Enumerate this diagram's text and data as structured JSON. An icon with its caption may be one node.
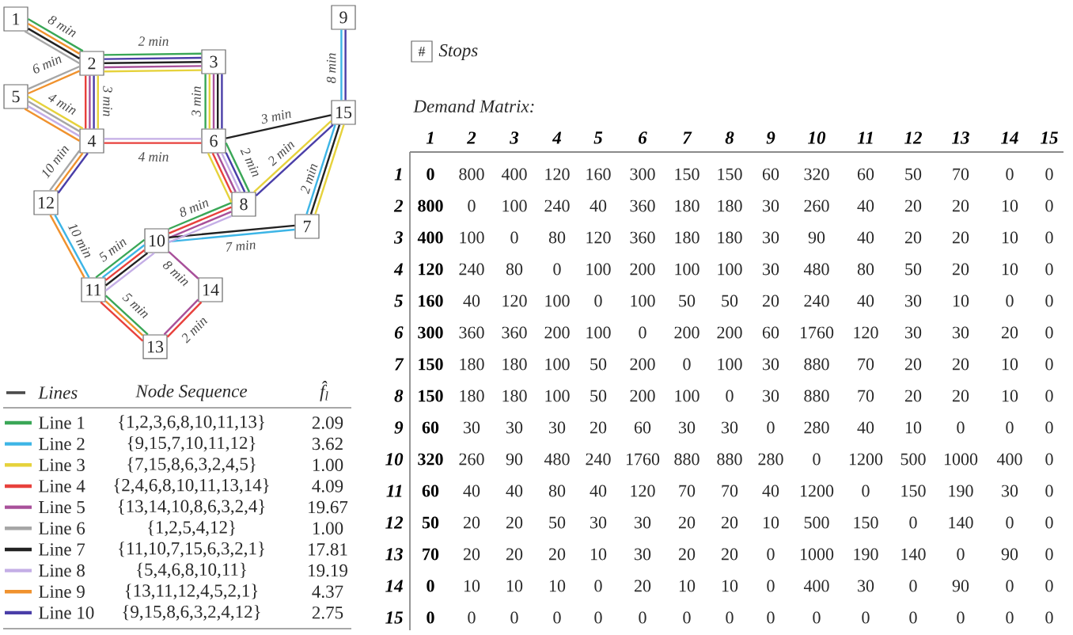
{
  "diagram": {
    "nodes": [
      {
        "text": [
          "1"
        ]
      },
      {
        "text": [
          "2"
        ]
      },
      {
        "text": [
          "3"
        ]
      },
      {
        "text": [
          "4"
        ]
      },
      {
        "text": [
          "5"
        ]
      },
      {
        "text": [
          "6"
        ]
      },
      {
        "text": [
          "7"
        ]
      },
      {
        "text": [
          "8"
        ]
      },
      {
        "text": [
          "9"
        ]
      },
      {
        "text": [
          "10"
        ]
      },
      {
        "text": [
          "11"
        ]
      },
      {
        "text": [
          "12"
        ]
      },
      {
        "text": [
          "13"
        ]
      },
      {
        "text": [
          "14"
        ]
      },
      {
        "text": [
          "15"
        ]
      },
      {
        "text": [
          "#"
        ],
        "beside": [
          "Stops"
        ]
      }
    ],
    "edges": [
      {
        "from": 0,
        "to": 1,
        "arrow": "none",
        "label": "8 min",
        "color": "#3aa757"
      },
      {
        "from": 1,
        "to": 2,
        "arrow": "none",
        "label": "2 min",
        "color": "#3aa757"
      },
      {
        "from": 2,
        "to": 5,
        "arrow": "none",
        "label": "3 min",
        "color": "#3aa757"
      },
      {
        "from": 5,
        "to": 7,
        "arrow": "none",
        "label": "2 min",
        "color": "#3aa757"
      },
      {
        "from": 7,
        "to": 9,
        "arrow": "none",
        "label": "8 min",
        "color": "#3aa757"
      },
      {
        "from": 9,
        "to": 10,
        "arrow": "none",
        "label": "5 min",
        "color": "#3aa757"
      },
      {
        "from": 10,
        "to": 12,
        "arrow": "none",
        "label": "5 min",
        "color": "#3aa757"
      },
      {
        "from": 8,
        "to": 14,
        "arrow": "none",
        "label": "8 min",
        "color": "#3db5e6"
      },
      {
        "from": 14,
        "to": 6,
        "arrow": "none",
        "label": "2 min",
        "color": "#3db5e6"
      },
      {
        "from": 6,
        "to": 9,
        "arrow": "none",
        "label": "7 min",
        "color": "#3db5e6"
      },
      {
        "from": 9,
        "to": 10,
        "arrow": "none",
        "color": "#3db5e6"
      },
      {
        "from": 10,
        "to": 11,
        "arrow": "none",
        "label": "10 min",
        "color": "#3db5e6"
      },
      {
        "from": 6,
        "to": 14,
        "arrow": "none",
        "color": "#e6d23c"
      },
      {
        "from": 14,
        "to": 7,
        "arrow": "none",
        "label": "2 min",
        "color": "#e6d23c"
      },
      {
        "from": 7,
        "to": 5,
        "arrow": "none",
        "color": "#e6d23c"
      },
      {
        "from": 5,
        "to": 2,
        "arrow": "none",
        "color": "#e6d23c"
      },
      {
        "from": 2,
        "to": 1,
        "arrow": "none",
        "color": "#e6d23c"
      },
      {
        "from": 1,
        "to": 3,
        "arrow": "none",
        "label": "3 min",
        "color": "#e6d23c"
      },
      {
        "from": 3,
        "to": 4,
        "arrow": "none",
        "label": "4 min",
        "color": "#e6d23c"
      },
      {
        "from": 1,
        "to": 3,
        "arrow": "none",
        "color": "#e8413c"
      },
      {
        "from": 3,
        "to": 5,
        "arrow": "none",
        "label": "4 min",
        "color": "#e8413c"
      },
      {
        "from": 5,
        "to": 7,
        "arrow": "none",
        "color": "#e8413c"
      },
      {
        "from": 7,
        "to": 9,
        "arrow": "none",
        "color": "#e8413c"
      },
      {
        "from": 9,
        "to": 10,
        "arrow": "none",
        "color": "#e8413c"
      },
      {
        "from": 10,
        "to": 12,
        "arrow": "none",
        "color": "#e8413c"
      },
      {
        "from": 12,
        "to": 13,
        "arrow": "none",
        "label": "2 min",
        "color": "#e8413c"
      },
      {
        "from": 12,
        "to": 13,
        "arrow": "none",
        "color": "#a8509a"
      },
      {
        "from": 13,
        "to": 9,
        "arrow": "none",
        "label": "8 min",
        "color": "#a8509a"
      },
      {
        "from": 9,
        "to": 7,
        "arrow": "none",
        "color": "#a8509a"
      },
      {
        "from": 7,
        "to": 5,
        "arrow": "none",
        "color": "#a8509a"
      },
      {
        "from": 5,
        "to": 2,
        "arrow": "none",
        "color": "#a8509a"
      },
      {
        "from": 2,
        "to": 1,
        "arrow": "none",
        "color": "#a8509a"
      },
      {
        "from": 1,
        "to": 3,
        "arrow": "none",
        "color": "#a8509a"
      },
      {
        "from": 0,
        "to": 1,
        "arrow": "none",
        "color": "#a6a6a6"
      },
      {
        "from": 1,
        "to": 4,
        "arrow": "none",
        "label": "6 min",
        "color": "#a6a6a6"
      },
      {
        "from": 4,
        "to": 3,
        "arrow": "none",
        "color": "#a6a6a6"
      },
      {
        "from": 3,
        "to": 11,
        "arrow": "none",
        "label": "10 min",
        "color": "#a6a6a6"
      },
      {
        "from": 10,
        "to": 9,
        "arrow": "none",
        "color": "#222222"
      },
      {
        "from": 9,
        "to": 6,
        "arrow": "none",
        "color": "#222222"
      },
      {
        "from": 6,
        "to": 14,
        "arrow": "none",
        "color": "#222222"
      },
      {
        "from": 14,
        "to": 5,
        "arrow": "none",
        "label": "3 min",
        "color": "#222222"
      },
      {
        "from": 5,
        "to": 2,
        "arrow": "none",
        "color": "#222222"
      },
      {
        "from": 2,
        "to": 1,
        "arrow": "none",
        "color": "#222222"
      },
      {
        "from": 1,
        "to": 0,
        "arrow": "none",
        "color": "#222222"
      },
      {
        "from": 4,
        "to": 3,
        "arrow": "none",
        "color": "#c4aee6"
      },
      {
        "from": 3,
        "to": 5,
        "arrow": "none",
        "color": "#c4aee6"
      },
      {
        "from": 5,
        "to": 7,
        "arrow": "none",
        "color": "#c4aee6"
      },
      {
        "from": 7,
        "to": 9,
        "arrow": "none",
        "color": "#c4aee6"
      },
      {
        "from": 9,
        "to": 10,
        "arrow": "none",
        "color": "#c4aee6"
      },
      {
        "from": 12,
        "to": 10,
        "arrow": "none",
        "color": "#f0922e"
      },
      {
        "from": 10,
        "to": 11,
        "arrow": "none",
        "color": "#f0922e"
      },
      {
        "from": 11,
        "to": 3,
        "arrow": "none",
        "color": "#f0922e"
      },
      {
        "from": 3,
        "to": 4,
        "arrow": "none",
        "color": "#f0922e"
      },
      {
        "from": 4,
        "to": 1,
        "arrow": "none",
        "color": "#f0922e"
      },
      {
        "from": 1,
        "to": 0,
        "arrow": "none",
        "color": "#f0922e"
      },
      {
        "from": 8,
        "to": 14,
        "arrow": "none",
        "color": "#4a3ea8"
      },
      {
        "from": 14,
        "to": 7,
        "arrow": "none",
        "color": "#4a3ea8"
      },
      {
        "from": 7,
        "to": 5,
        "arrow": "none",
        "color": "#4a3ea8"
      },
      {
        "from": 5,
        "to": 2,
        "arrow": "none",
        "color": "#4a3ea8"
      },
      {
        "from": 2,
        "to": 1,
        "arrow": "none",
        "color": "#4a3ea8"
      },
      {
        "from": 1,
        "to": 3,
        "arrow": "none",
        "color": "#4a3ea8"
      },
      {
        "from": 3,
        "to": 11,
        "arrow": "none",
        "color": "#4a3ea8"
      }
    ],
    "labels": [
      "Demand Matrix:",
      "1",
      "2",
      "3",
      "4",
      "5",
      "6",
      "7",
      "8",
      "9",
      "10",
      "11",
      "12",
      "13",
      "14",
      "15",
      "1",
      "0",
      "800",
      "400",
      "120",
      "160",
      "300",
      "150",
      "150",
      "60",
      "320",
      "60",
      "50",
      "70",
      "0",
      "0",
      "2",
      "800",
      "0",
      "100",
      "240",
      "40",
      "360",
      "180",
      "180",
      "30",
      "260",
      "40",
      "20",
      "20",
      "10",
      "0",
      "3",
      "400",
      "100",
      "0",
      "80",
      "120",
      "360",
      "180",
      "180",
      "30",
      "90",
      "40",
      "20",
      "20",
      "10",
      "0",
      "4",
      "120",
      "240",
      "80",
      "0",
      "100",
      "200",
      "100",
      "100",
      "30",
      "480",
      "80",
      "50",
      "20",
      "10",
      "0",
      "5",
      "160",
      "40",
      "120",
      "100",
      "0",
      "100",
      "50",
      "50",
      "20",
      "240",
      "40",
      "30",
      "10",
      "0",
      "0",
      "6",
      "300",
      "360",
      "360",
      "200",
      "100",
      "0",
      "200",
      "200",
      "60",
      "1760",
      "120",
      "30",
      "30",
      "20",
      "0",
      "7",
      "150",
      "180",
      "180",
      "100",
      "50",
      "200",
      "0",
      "100",
      "30",
      "880",
      "70",
      "20",
      "20",
      "10",
      "0",
      "8",
      "150",
      "180",
      "180",
      "100",
      "50",
      "200",
      "100",
      "0",
      "30",
      "880",
      "70",
      "20",
      "20",
      "10",
      "0",
      "9",
      "60",
      "30",
      "30",
      "30",
      "20",
      "60",
      "30",
      "30",
      "0",
      "280",
      "40",
      "10",
      "0",
      "0",
      "0",
      "10",
      "320",
      "260",
      "90",
      "480",
      "240",
      "1760",
      "880",
      "880",
      "280",
      "0",
      "1200",
      "500",
      "1000",
      "400",
      "0",
      "11",
      "60",
      "40",
      "40",
      "80",
      "40",
      "120",
      "70",
      "70",
      "40",
      "1200",
      "0",
      "150",
      "190",
      "30",
      "0",
      "12",
      "50",
      "20",
      "20",
      "50",
      "30",
      "30",
      "20",
      "20",
      "10",
      "500",
      "150",
      "0",
      "140",
      "0",
      "0",
      "13",
      "70",
      "20",
      "20",
      "20",
      "10",
      "30",
      "20",
      "20",
      "0",
      "1000",
      "190",
      "140",
      "0",
      "90",
      "0",
      "14",
      "0",
      "10",
      "10",
      "10",
      "0",
      "20",
      "10",
      "10",
      "0",
      "400",
      "30",
      "0",
      "90",
      "0",
      "0",
      "15",
      "0",
      "0",
      "0",
      "0",
      "0",
      "0",
      "0",
      "0",
      "0",
      "0",
      "0",
      "0",
      "0",
      "0",
      "0",
      "Node Sequence",
      "f̂$_{l}$",
      "{1,2,3,6,8,10,11,13}",
      "2.09",
      "{9,15,7,10,11,12}",
      "3.62",
      "{7,15,8,6,3,2,4,5}",
      "1.00",
      "{2,4,6,8,10,11,13,14}",
      "4.09",
      "{13,14,10,8,6,3,2,4}",
      "19.67",
      "{1,2,5,4,12}",
      "1.00",
      "{11,10,7,15,6,3,2,1}",
      "17.81",
      "{5,4,6,8,10,11}",
      "19.19",
      "{13,11,12,4,5,2,1}",
      "4.37",
      "{9,15,8,6,3,2,4,12}",
      "2.75"
    ],
    "legend": [
      {
        "text": "Lines"
      },
      {
        "text": "Line 1",
        "color": "#3aa757"
      },
      {
        "text": "Line 2",
        "color": "#3db5e6"
      },
      {
        "text": "Line 3",
        "color": "#e6d23c"
      },
      {
        "text": "Line 4",
        "color": "#e8413c"
      },
      {
        "text": "Line 5",
        "color": "#a8509a"
      },
      {
        "text": "Line 6",
        "color": "#a6a6a6"
      },
      {
        "text": "Line 7",
        "color": "#222222"
      },
      {
        "text": "Line 8",
        "color": "#c4aee6"
      },
      {
        "text": "Line 9",
        "color": "#f0922e"
      },
      {
        "text": "Line 10",
        "color": "#4a3ea8"
      }
    ]
  }
}
